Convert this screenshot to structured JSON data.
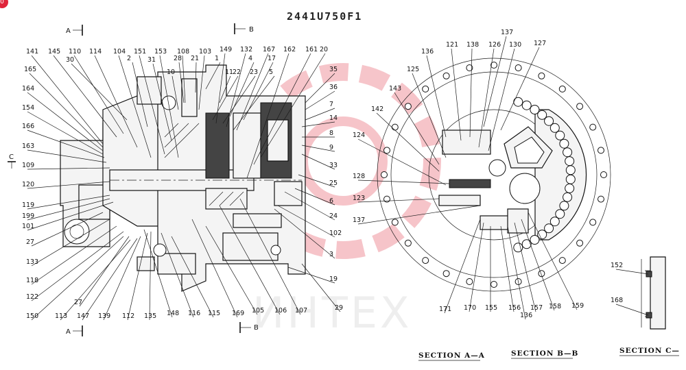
{
  "header": {
    "title": "2441U750F1",
    "badge": "0"
  },
  "watermark": {
    "text": "ИНТЕХ",
    "color": "#e65a66"
  },
  "section_marks": {
    "a_top": "A",
    "b_top": "B",
    "a_bottom": "A",
    "b_bottom": "B",
    "c_left": "C"
  },
  "section_titles": [
    "SECTION A—A",
    "SECTION B—B",
    "SECTION C—"
  ],
  "main_view_labels": [
    "141",
    "145",
    "110",
    "114",
    "104",
    "151",
    "153",
    "108",
    "103",
    "149",
    "132",
    "167",
    "162",
    "161",
    "20",
    "165",
    "30",
    "2",
    "31",
    "28",
    "21",
    "1",
    "11",
    "4",
    "17",
    "35",
    "36",
    "10",
    "22",
    "23",
    "5",
    "7",
    "14",
    "164",
    "154",
    "166",
    "8",
    "163",
    "9",
    "109",
    "33",
    "25",
    "120",
    "6",
    "119",
    "199",
    "101",
    "24",
    "102",
    "27",
    "133",
    "3",
    "118",
    "19",
    "122",
    "27",
    "150",
    "113",
    "147",
    "139",
    "112",
    "135",
    "148",
    "116",
    "115",
    "169",
    "105",
    "106",
    "107",
    "29"
  ],
  "section_ab_labels": [
    "137",
    "121",
    "138",
    "126",
    "130",
    "127",
    "136",
    "125",
    "143",
    "142",
    "124",
    "128",
    "123",
    "137",
    "171",
    "170",
    "155",
    "156",
    "136",
    "157",
    "158",
    "159"
  ],
  "section_c_labels": [
    "152",
    "168"
  ]
}
